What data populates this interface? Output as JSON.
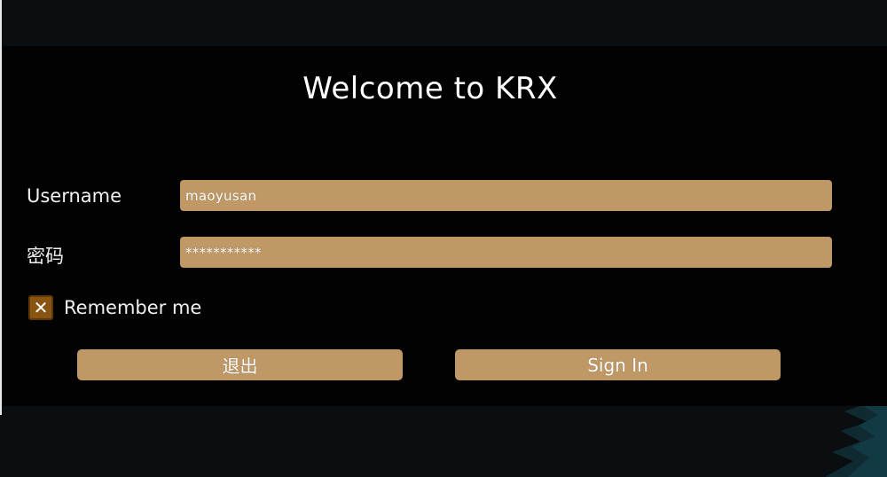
{
  "dialog": {
    "title": "Welcome to KRX"
  },
  "form": {
    "username_label": "Username",
    "username_value": "maoyusan",
    "password_label": "密码",
    "password_value": "***********",
    "remember_label": "Remember me",
    "remember_checked": true,
    "checkbox_mark": "✕"
  },
  "buttons": {
    "exit_label": "退出",
    "signin_label": "Sign In"
  },
  "colors": {
    "field_bg": "#bf9866",
    "checkbox_bg": "#8a5412",
    "dialog_bg": "#020202",
    "desktop_bg": "#0a0e10",
    "accent_teal": "#123a44"
  }
}
